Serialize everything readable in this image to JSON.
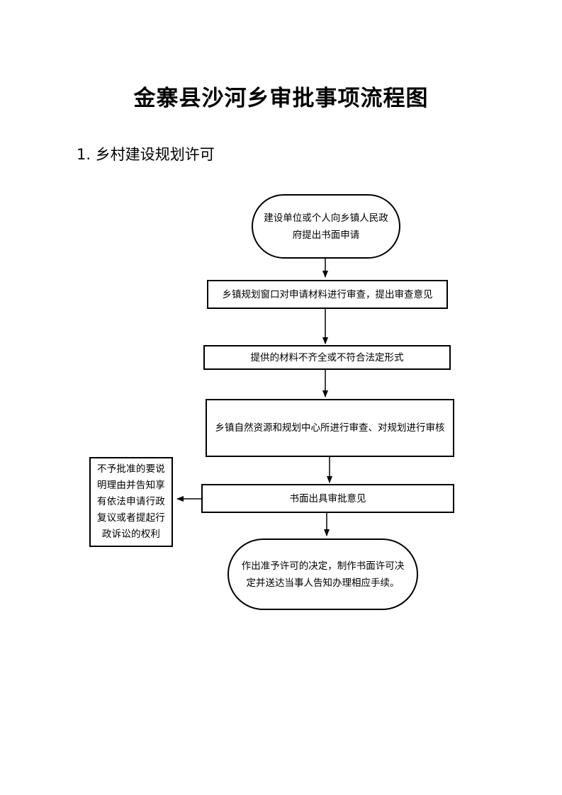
{
  "title": "金寨县沙河乡审批事项流程图",
  "section_heading": "1. 乡村建设规划许可",
  "flowchart": {
    "start": {
      "text": "建设单位或个人向乡镇人民政府提出书面申请"
    },
    "step_window_review": {
      "text": "乡镇规划窗口对申请材料进行审查，提出审查意见"
    },
    "step_incomplete": {
      "text": "提供的材料不齐全或不符合法定形式"
    },
    "step_center_review": {
      "text": "乡镇自然资源和规划中心所进行审查、对规划进行审核"
    },
    "step_written_opinion": {
      "text": "书面出具审批意见"
    },
    "rejection_note": {
      "text": "不予批准的要说明理由并告知享有依法申请行政复议或者提起行政诉讼的权利"
    },
    "end": {
      "text": "作出准予许可的决定，制作书面许可决定并送达当事人告知办理相应手续。"
    }
  }
}
